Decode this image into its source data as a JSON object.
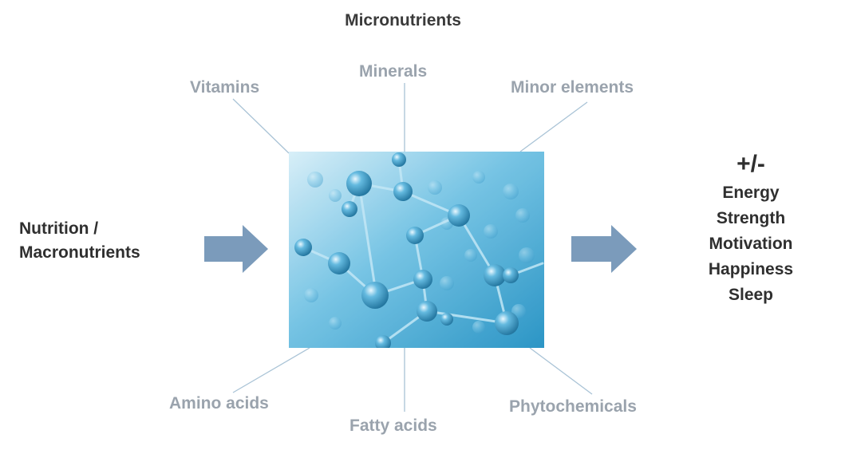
{
  "title": "Micronutrients",
  "micronutrients": {
    "vitamins": "Vitamins",
    "minerals": "Minerals",
    "minor_elements": "Minor elements",
    "amino_acids": "Amino acids",
    "fatty_acids": "Fatty acids",
    "phytochemicals": "Phytochemicals"
  },
  "input": {
    "line1": "Nutrition /",
    "line2": "Macronutrients"
  },
  "output": {
    "sign": "+/-",
    "items": [
      "Energy",
      "Strength",
      "Motivation",
      "Happiness",
      "Sleep"
    ]
  },
  "colors": {
    "arrow": "#7b9bbb",
    "connector": "#a9c3d6",
    "muted_label": "#9aa3ad",
    "dark_label": "#2f2f2f"
  }
}
